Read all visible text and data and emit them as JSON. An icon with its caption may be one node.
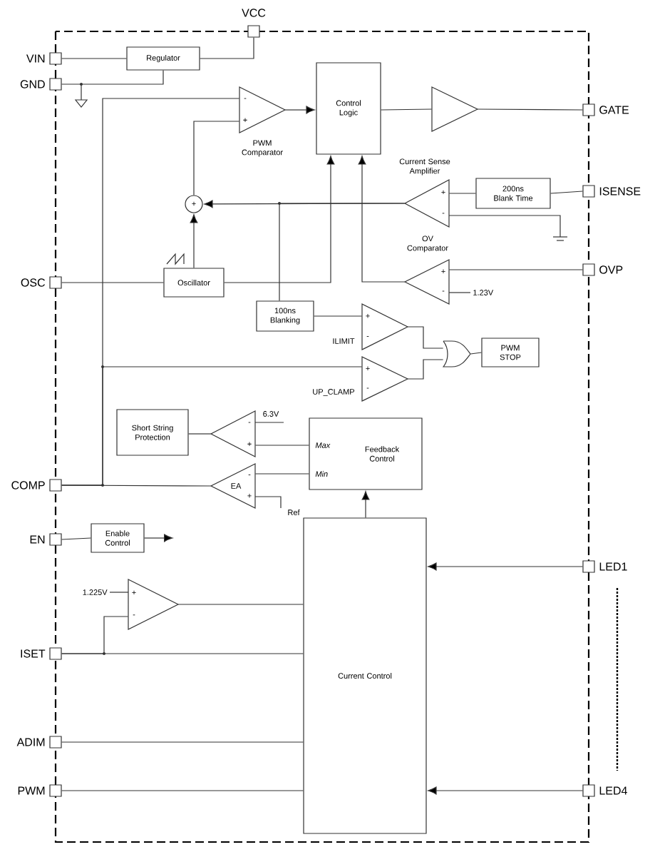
{
  "diagram": {
    "nodes": [
      {
        "text": [],
        "shape": "box",
        "beside": [
          "VCC"
        ]
      },
      {
        "text": [],
        "shape": "box",
        "beside": [
          "VIN"
        ]
      },
      {
        "text": [],
        "shape": "box",
        "beside": [
          "GND"
        ]
      },
      {
        "text": [],
        "shape": "box",
        "beside": [
          "OSC"
        ]
      },
      {
        "text": [],
        "shape": "box",
        "beside": [
          "COMP"
        ]
      },
      {
        "text": [],
        "shape": "box",
        "beside": [
          "EN"
        ]
      },
      {
        "text": [],
        "shape": "box",
        "beside": [
          "ISET"
        ]
      },
      {
        "text": [],
        "shape": "box",
        "beside": [
          "ADIM"
        ]
      },
      {
        "text": [],
        "shape": "box",
        "beside": [
          "PWM"
        ]
      },
      {
        "text": [],
        "shape": "box",
        "beside": [
          "GATE"
        ]
      },
      {
        "text": [],
        "shape": "box",
        "beside": [
          "ISENSE"
        ]
      },
      {
        "text": [],
        "shape": "box",
        "beside": [
          "OVP"
        ]
      },
      {
        "text": [],
        "shape": "box",
        "beside": [
          "LED1"
        ]
      },
      {
        "text": [],
        "shape": "box",
        "beside": [
          "LED4"
        ]
      },
      {
        "text": [
          "Regulator"
        ]
      },
      {
        "text": [
          "Control Logic"
        ]
      },
      {
        "text": [
          "-",
          "+"
        ],
        "beside": [
          "PWM Comparator"
        ]
      },
      {
        "text": [],
        "shape": "triangle"
      },
      {
        "text": [
          "+"
        ]
      },
      {
        "text": [
          "Oscillator"
        ]
      },
      {
        "text": [
          "+",
          "-"
        ],
        "beside": [
          "Current Sense Amplifier"
        ]
      },
      {
        "text": [
          "200ns Blank Time"
        ]
      },
      {
        "text": [
          "+",
          "-"
        ],
        "beside": [
          "OV Comparator",
          "1.23V"
        ]
      },
      {
        "text": [
          "100ns Blanking"
        ]
      },
      {
        "text": [
          "+",
          "-"
        ],
        "beside": [
          "ILIMIT"
        ]
      },
      {
        "text": [
          "+",
          "-"
        ],
        "beside": [
          "UP_CLAMP"
        ]
      },
      {
        "text": [],
        "shape": "gate"
      },
      {
        "text": [
          "PWM STOP"
        ]
      },
      {
        "text": [
          "Short String Protection"
        ]
      },
      {
        "text": [
          "-",
          "+"
        ],
        "beside": [
          "6.3V"
        ]
      },
      {
        "text": [
          "Max",
          "Min",
          "Feedback Control"
        ]
      },
      {
        "text": [
          "EA",
          "-",
          "+"
        ],
        "beside": [
          "Ref"
        ]
      },
      {
        "text": [
          "Enable Control"
        ]
      },
      {
        "text": [
          "+",
          "-"
        ],
        "beside": [
          "1.225V"
        ]
      },
      {
        "text": [
          "Current Control"
        ]
      }
    ],
    "edges": [
      {
        "from": 1,
        "to": 14,
        "arrow": "none"
      },
      {
        "from": 14,
        "to": 0,
        "arrow": "none"
      },
      {
        "from": 2,
        "to": 14,
        "arrow": "none"
      },
      {
        "from": 16,
        "to": 15,
        "arrow": "to"
      },
      {
        "from": 15,
        "to": 17,
        "arrow": "none"
      },
      {
        "from": 17,
        "to": 9,
        "arrow": "none"
      },
      {
        "from": 10,
        "to": 21,
        "arrow": "none"
      },
      {
        "from": 21,
        "to": 20,
        "arrow": "none"
      },
      {
        "from": 20,
        "to": 18,
        "arrow": "to"
      },
      {
        "from": 20,
        "to": 23,
        "arrow": "none"
      },
      {
        "from": 19,
        "to": 18,
        "arrow": "to"
      },
      {
        "from": 18,
        "to": 16,
        "arrow": "none"
      },
      {
        "from": 3,
        "to": 19,
        "arrow": "none"
      },
      {
        "from": 19,
        "to": 15,
        "arrow": "to"
      },
      {
        "from": 22,
        "to": 15,
        "arrow": "to"
      },
      {
        "from": 11,
        "to": 22,
        "arrow": "none"
      },
      {
        "from": 23,
        "to": 24,
        "arrow": "none"
      },
      {
        "from": 24,
        "to": 26,
        "arrow": "none"
      },
      {
        "from": 25,
        "to": 26,
        "arrow": "none"
      },
      {
        "from": 26,
        "to": 27,
        "arrow": "none"
      },
      {
        "from": 4,
        "to": 31,
        "arrow": "none"
      },
      {
        "from": 4,
        "to": 16,
        "arrow": "none"
      },
      {
        "from": 4,
        "to": 25,
        "arrow": "none"
      },
      {
        "from": 29,
        "to": 28,
        "arrow": "none"
      },
      {
        "from": 30,
        "to": 29,
        "arrow": "none"
      },
      {
        "from": 30,
        "to": 31,
        "arrow": "none"
      },
      {
        "from": 34,
        "to": 30,
        "arrow": "to"
      },
      {
        "from": 5,
        "to": 32,
        "arrow": "none"
      },
      {
        "from": 32,
        "to": null,
        "arrow": "to"
      },
      {
        "from": 33,
        "to": 34,
        "arrow": "none"
      },
      {
        "from": 6,
        "to": 34,
        "arrow": "none"
      },
      {
        "from": 6,
        "to": 33,
        "arrow": "none"
      },
      {
        "from": 7,
        "to": 34,
        "arrow": "none"
      },
      {
        "from": 8,
        "to": 34,
        "arrow": "none"
      },
      {
        "from": 12,
        "to": 34,
        "arrow": "to"
      },
      {
        "from": 13,
        "to": 34,
        "arrow": "to"
      }
    ]
  }
}
